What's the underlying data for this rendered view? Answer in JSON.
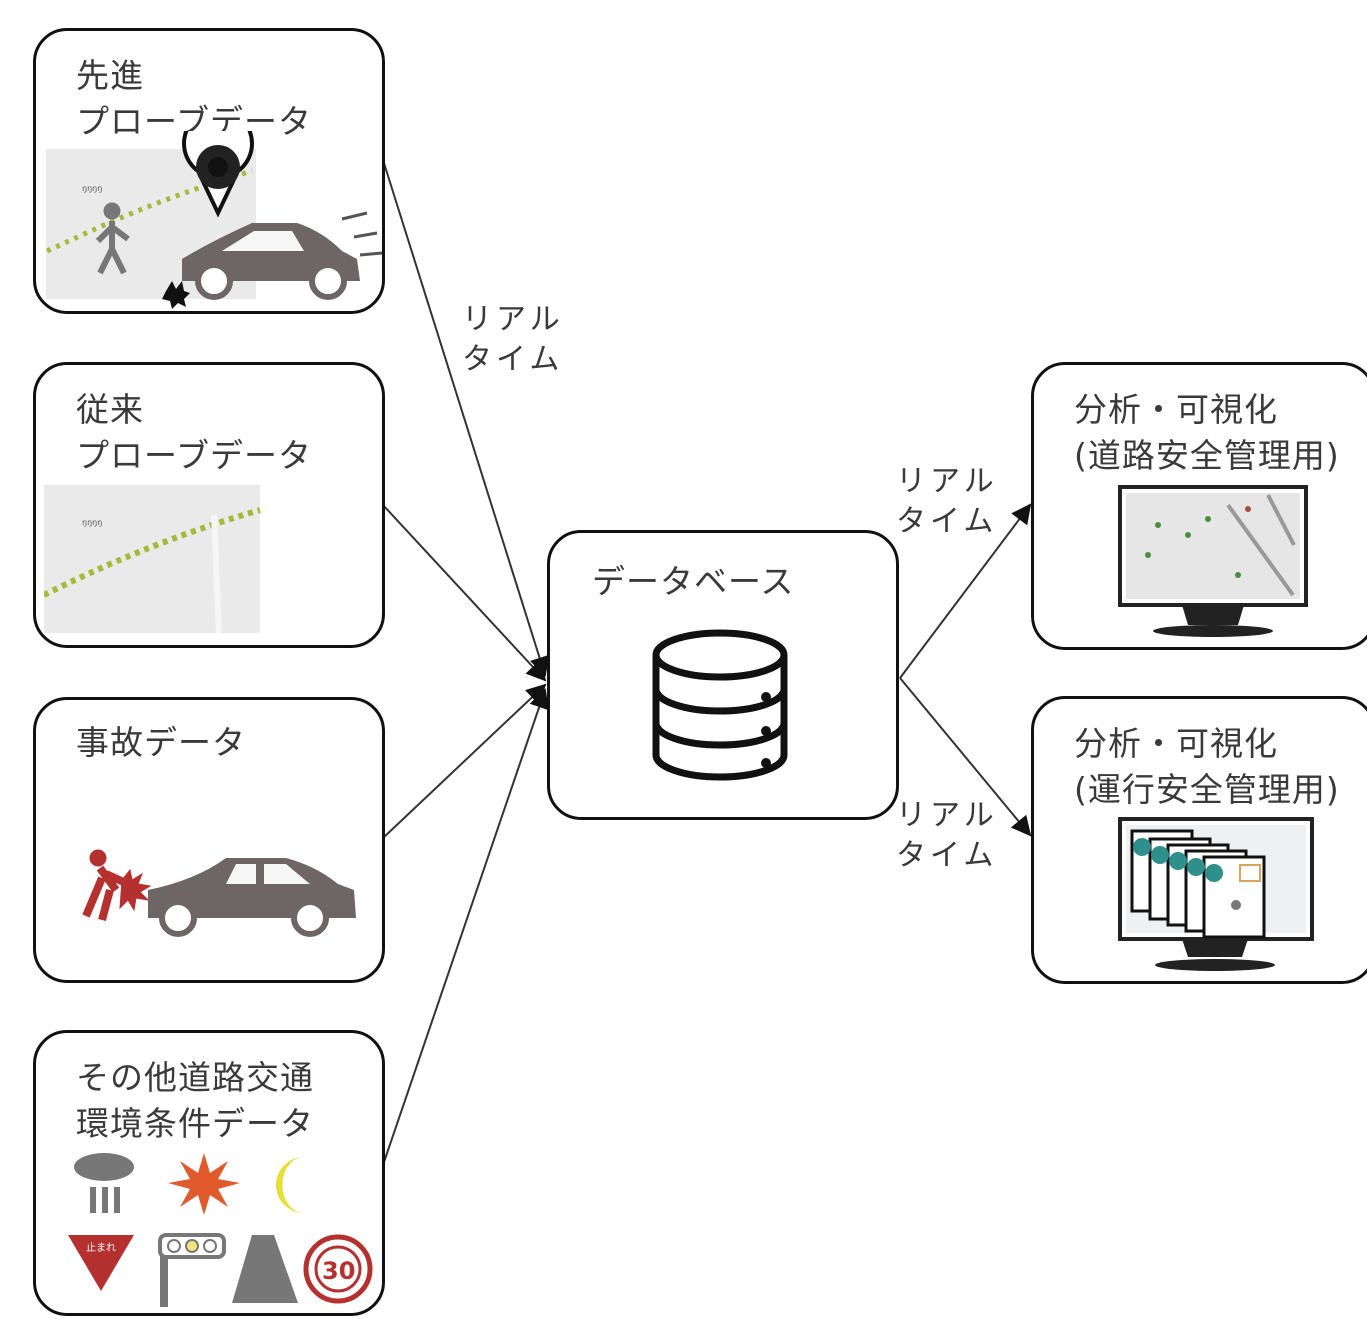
{
  "sources": [
    {
      "label": "先進\nプローブデータ"
    },
    {
      "label": "従来\nプローブデータ"
    },
    {
      "label": "事故データ"
    },
    {
      "label": "その他道路交通\n環境条件データ"
    }
  ],
  "database": {
    "label": "データベース"
  },
  "outputs": [
    {
      "label": "分析・可視化\n(道路安全管理用)"
    },
    {
      "label": "分析・可視化\n(運行安全管理用)"
    }
  ],
  "edge_labels": {
    "realtime_source": "リアル\nタイム",
    "realtime_out1": "リアル\nタイム",
    "realtime_out2": "リアル\nタイム"
  },
  "speed_sign": "30",
  "stop_sign": "止まれ",
  "colors": {
    "accident_red": "#b5312f",
    "car_gray": "#6d6566",
    "sun_orange": "#e05a2b",
    "moon_yellow": "#e6df3a",
    "probe_green": "#a7b93a"
  }
}
